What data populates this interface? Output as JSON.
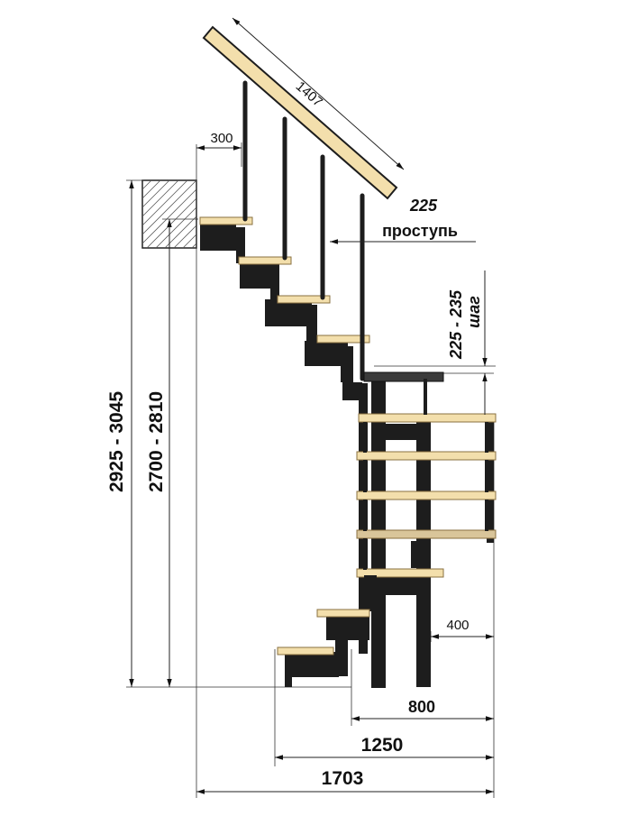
{
  "dimensions": {
    "rail_length": "1407",
    "top_offset": "300",
    "tread_depth_value": "225",
    "tread_depth_label": "проступь",
    "step_height_value": "225 - 235",
    "step_height_label": "шаг",
    "total_height_floor": "2925 - 3045",
    "total_height_opening": "2700 - 2810",
    "platform_offset": "400",
    "width_800": "800",
    "width_1250": "1250",
    "width_1703": "1703"
  },
  "colors": {
    "frame": "#1d1d1d",
    "tread_wood": "#f3dfac",
    "tread_edge": "#8a7040",
    "landing_dark": "#3b3b3b",
    "hatch": "#555555"
  }
}
